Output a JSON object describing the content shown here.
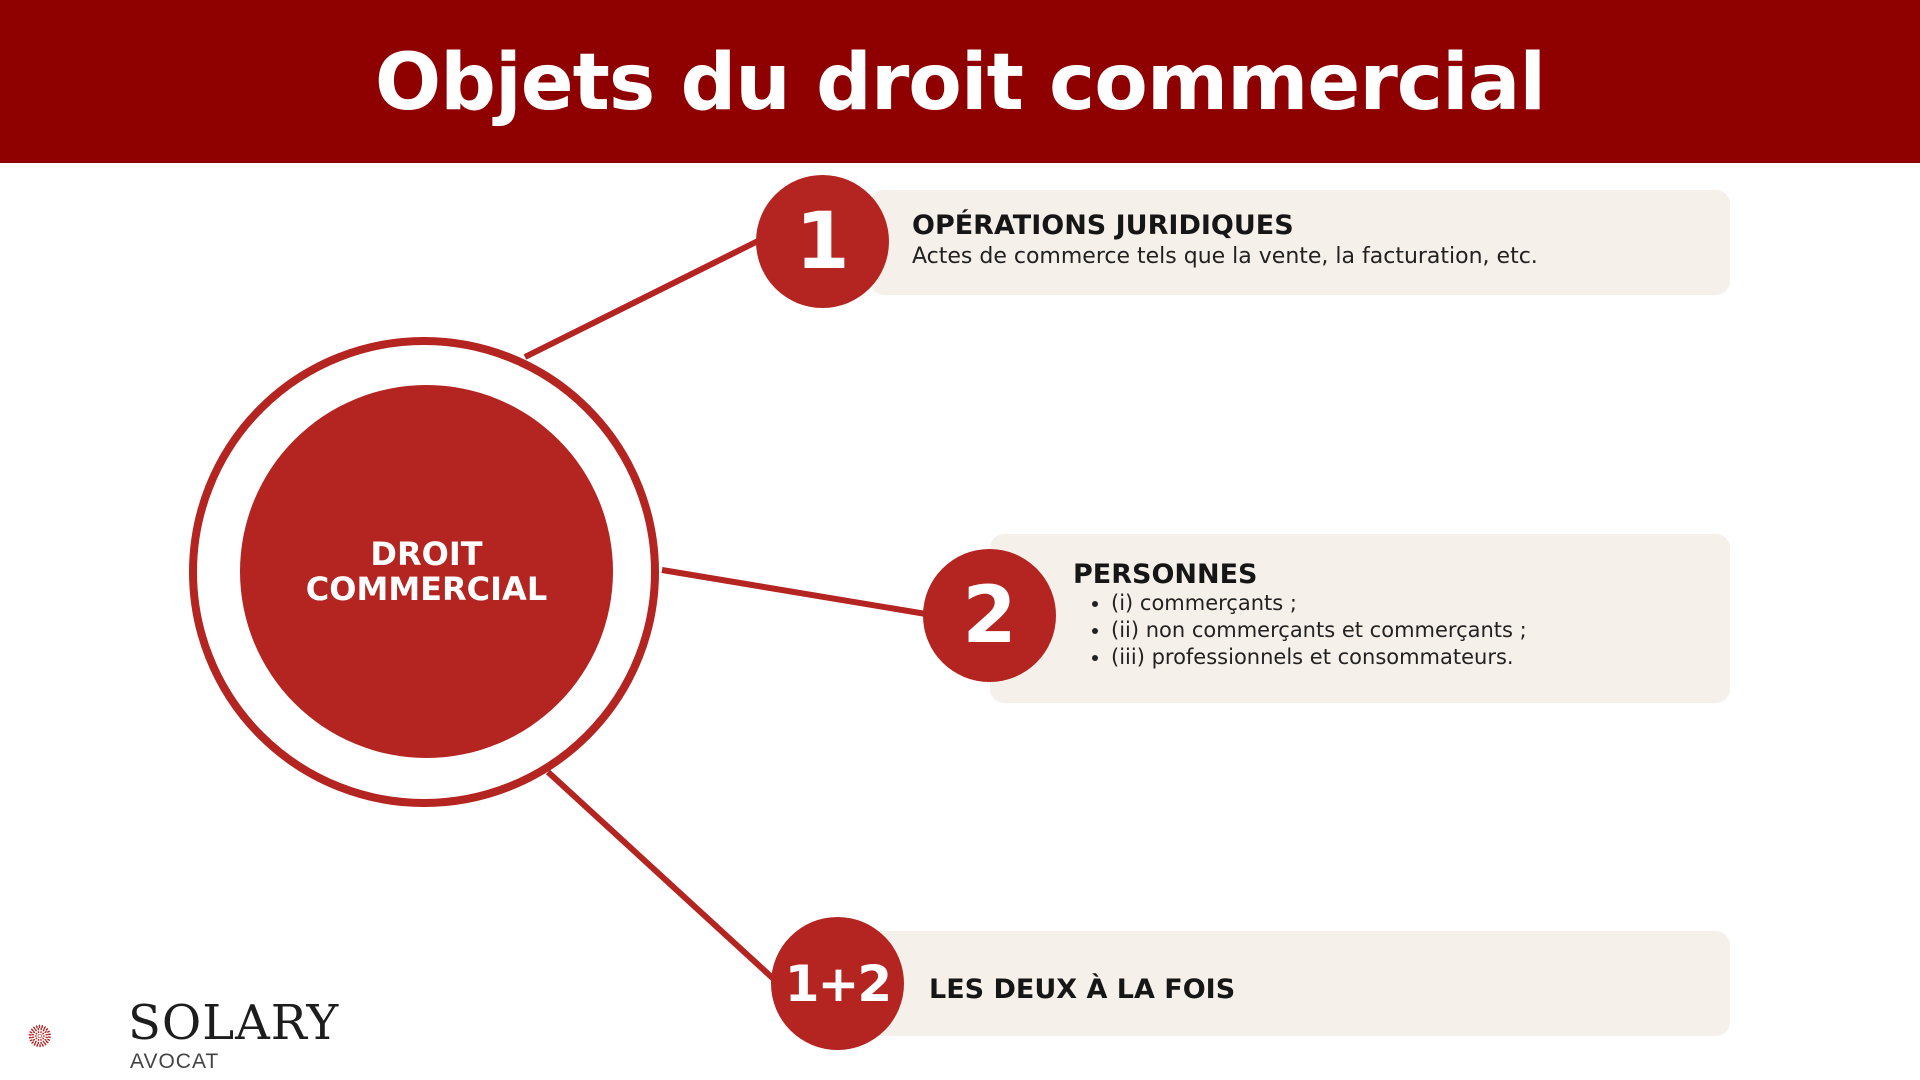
{
  "header": {
    "title": "Objets du droit commercial"
  },
  "center": {
    "line1": "DROIT",
    "line2": "COMMERCIAL"
  },
  "items": [
    {
      "number": "1",
      "title": "OPÉRATIONS JURIDIQUES",
      "description": "Actes de commerce tels que la vente, la facturation, etc."
    },
    {
      "number": "2",
      "title": "PERSONNES",
      "bullets": [
        "(i) commerçants ;",
        "(ii) non commerçants et commerçants ;",
        "(iii) professionnels et consommateurs."
      ]
    },
    {
      "number": "1+2",
      "title": "LES DEUX À LA FOIS"
    }
  ],
  "logo": {
    "name": "SOLARY",
    "subtitle": "AVOCAT",
    "icon": "sunburst-icon"
  },
  "colors": {
    "header": "#8f0000",
    "accent": "#b42420",
    "card": "#f5f0ea"
  }
}
